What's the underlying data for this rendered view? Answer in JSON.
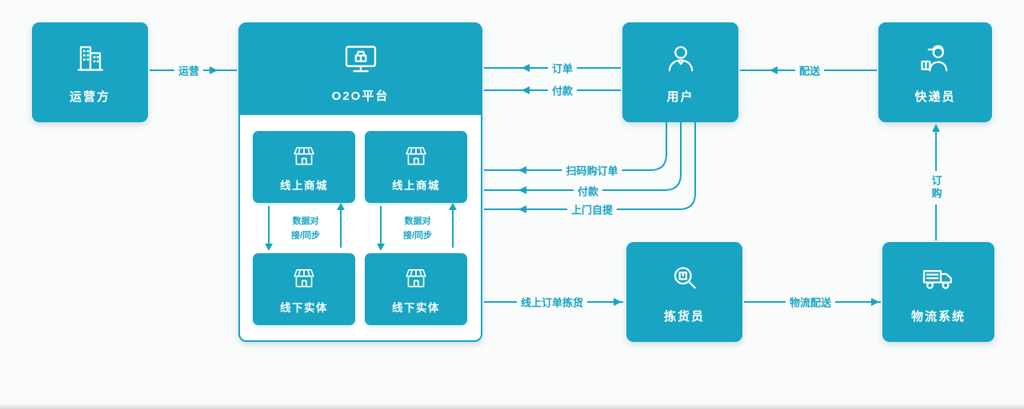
{
  "theme": {
    "accent": "#18a4c2",
    "background": "#fafbfb",
    "node_text": "#ffffff"
  },
  "nodes": {
    "operator": {
      "label": "运营方",
      "icon": "buildings-icon"
    },
    "platform": {
      "label": "O2O平台",
      "icon": "monitor-store-icon"
    },
    "online_mall_left": {
      "label": "线上商城",
      "icon": "storefront-icon"
    },
    "online_mall_right": {
      "label": "线上商城",
      "icon": "storefront-icon"
    },
    "offline_store_left": {
      "label": "线下实体",
      "icon": "storefront-icon"
    },
    "offline_store_right": {
      "label": "线下实体",
      "icon": "storefront-icon"
    },
    "user": {
      "label": "用户",
      "icon": "person-icon"
    },
    "courier": {
      "label": "快递员",
      "icon": "courier-icon"
    },
    "picker": {
      "label": "拣货员",
      "icon": "magnifier-box-icon"
    },
    "logistics": {
      "label": "物流系统",
      "icon": "truck-icon"
    }
  },
  "edges": {
    "operate": {
      "label": "运营",
      "from": "operator",
      "to": "platform"
    },
    "order": {
      "label": "订单",
      "from": "user",
      "to": "platform"
    },
    "pay": {
      "label": "付款",
      "from": "user",
      "to": "platform"
    },
    "deliver": {
      "label": "配送",
      "from": "courier",
      "to": "user"
    },
    "scan_order": {
      "label": "扫码购订单",
      "from": "user",
      "to": "platform"
    },
    "pay_onsite": {
      "label": "付款",
      "from": "user",
      "to": "platform"
    },
    "self_pickup": {
      "label": "上门自提",
      "from": "user",
      "to": "platform"
    },
    "online_order_picking": {
      "label": "线上订单拣货",
      "from": "platform",
      "to": "picker"
    },
    "logistics_delivery": {
      "label": "物流配送",
      "from": "picker",
      "to": "logistics"
    },
    "purchase": {
      "label": "订购",
      "from": "logistics",
      "to": "courier"
    },
    "sync_left": {
      "label": "数据对接/同步",
      "from": "online_mall_left",
      "to": "offline_store_left"
    },
    "sync_right": {
      "label": "数据对接/同步",
      "from": "online_mall_right",
      "to": "offline_store_right"
    }
  }
}
